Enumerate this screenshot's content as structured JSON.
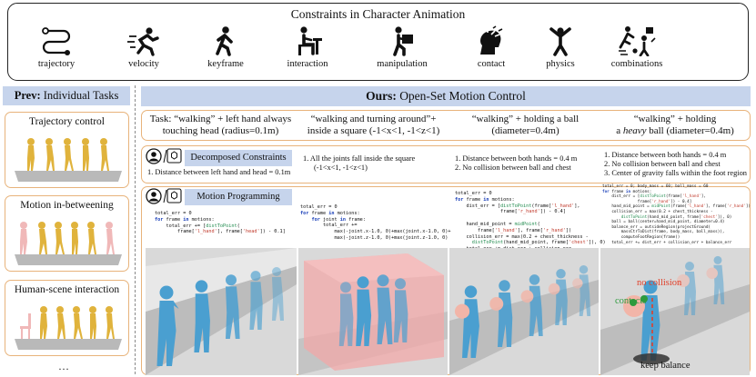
{
  "top_panel": {
    "title": "Constraints in Character Animation",
    "icons": [
      {
        "name": "trajectory-icon",
        "label": "trajectory"
      },
      {
        "name": "velocity-icon",
        "label": "velocity"
      },
      {
        "name": "keyframe-icon",
        "label": "keyframe"
      },
      {
        "name": "interaction-icon",
        "label": "interaction"
      },
      {
        "name": "manipulation-icon",
        "label": "manipulation"
      },
      {
        "name": "contact-icon",
        "label": "contact"
      },
      {
        "name": "physics-icon",
        "label": "physics"
      },
      {
        "name": "combinations-icon",
        "label": "combinations"
      }
    ]
  },
  "prev": {
    "header_bold": "Prev:",
    "header_rest": " Individual Tasks",
    "tasks": [
      {
        "label": "Trajectory control"
      },
      {
        "label": "Motion in-betweening"
      },
      {
        "label": "Human-scene interaction"
      }
    ],
    "ellipsis": "…"
  },
  "ours": {
    "header_bold": "Ours:",
    "header_rest": " Open-Set Motion Control",
    "tasks": {
      "t1_line1": "Task: “walking” + left hand always",
      "t1_line2": "touching head (radius=0.1m)",
      "t2_line1": "“walking and turning around”+",
      "t2_line2": "inside a square (-1<x<1, -1<z<1)",
      "t3_line1": "“walking” + holding a ball",
      "t3_line2": "(diameter=0.4m)",
      "t4_line1": "“walking” + holding",
      "t4_line2a": "a ",
      "t4_line2_italic": "heavy",
      "t4_line2b": " ball (diameter=0.4m)"
    },
    "decomposed": {
      "chip": "Decomposed Constraints",
      "c1": "1. Distance between left hand and head = 0.1m",
      "c2_l1": "1. All the joints fall inside the square",
      "c2_l2": "(-1<x<1, -1<z<1)",
      "c3_l1": "1. Distance between both hands = 0.4 m",
      "c3_l2": "2. No collision between ball and chest",
      "c4_l1": "1. Distance between both hands = 0.4 m",
      "c4_l2": "2. No collision between ball and chest",
      "c4_l3": "3. Center of gravity falls within the foot region"
    },
    "programming": {
      "chip": "Motion Programming"
    },
    "annotations": {
      "no_collision": "no collision",
      "contacts": "contacts",
      "keep_balance": "keep balance"
    }
  },
  "colors": {
    "header_blue": "#c6d4ec",
    "card_border": "#e8b37b",
    "figure_blue": "#4a9fd0",
    "figure_gold": "#e0b33c",
    "figure_pink": "#f0b8b8",
    "annot_red": "#e0402a",
    "annot_green": "#2e9a3c"
  }
}
